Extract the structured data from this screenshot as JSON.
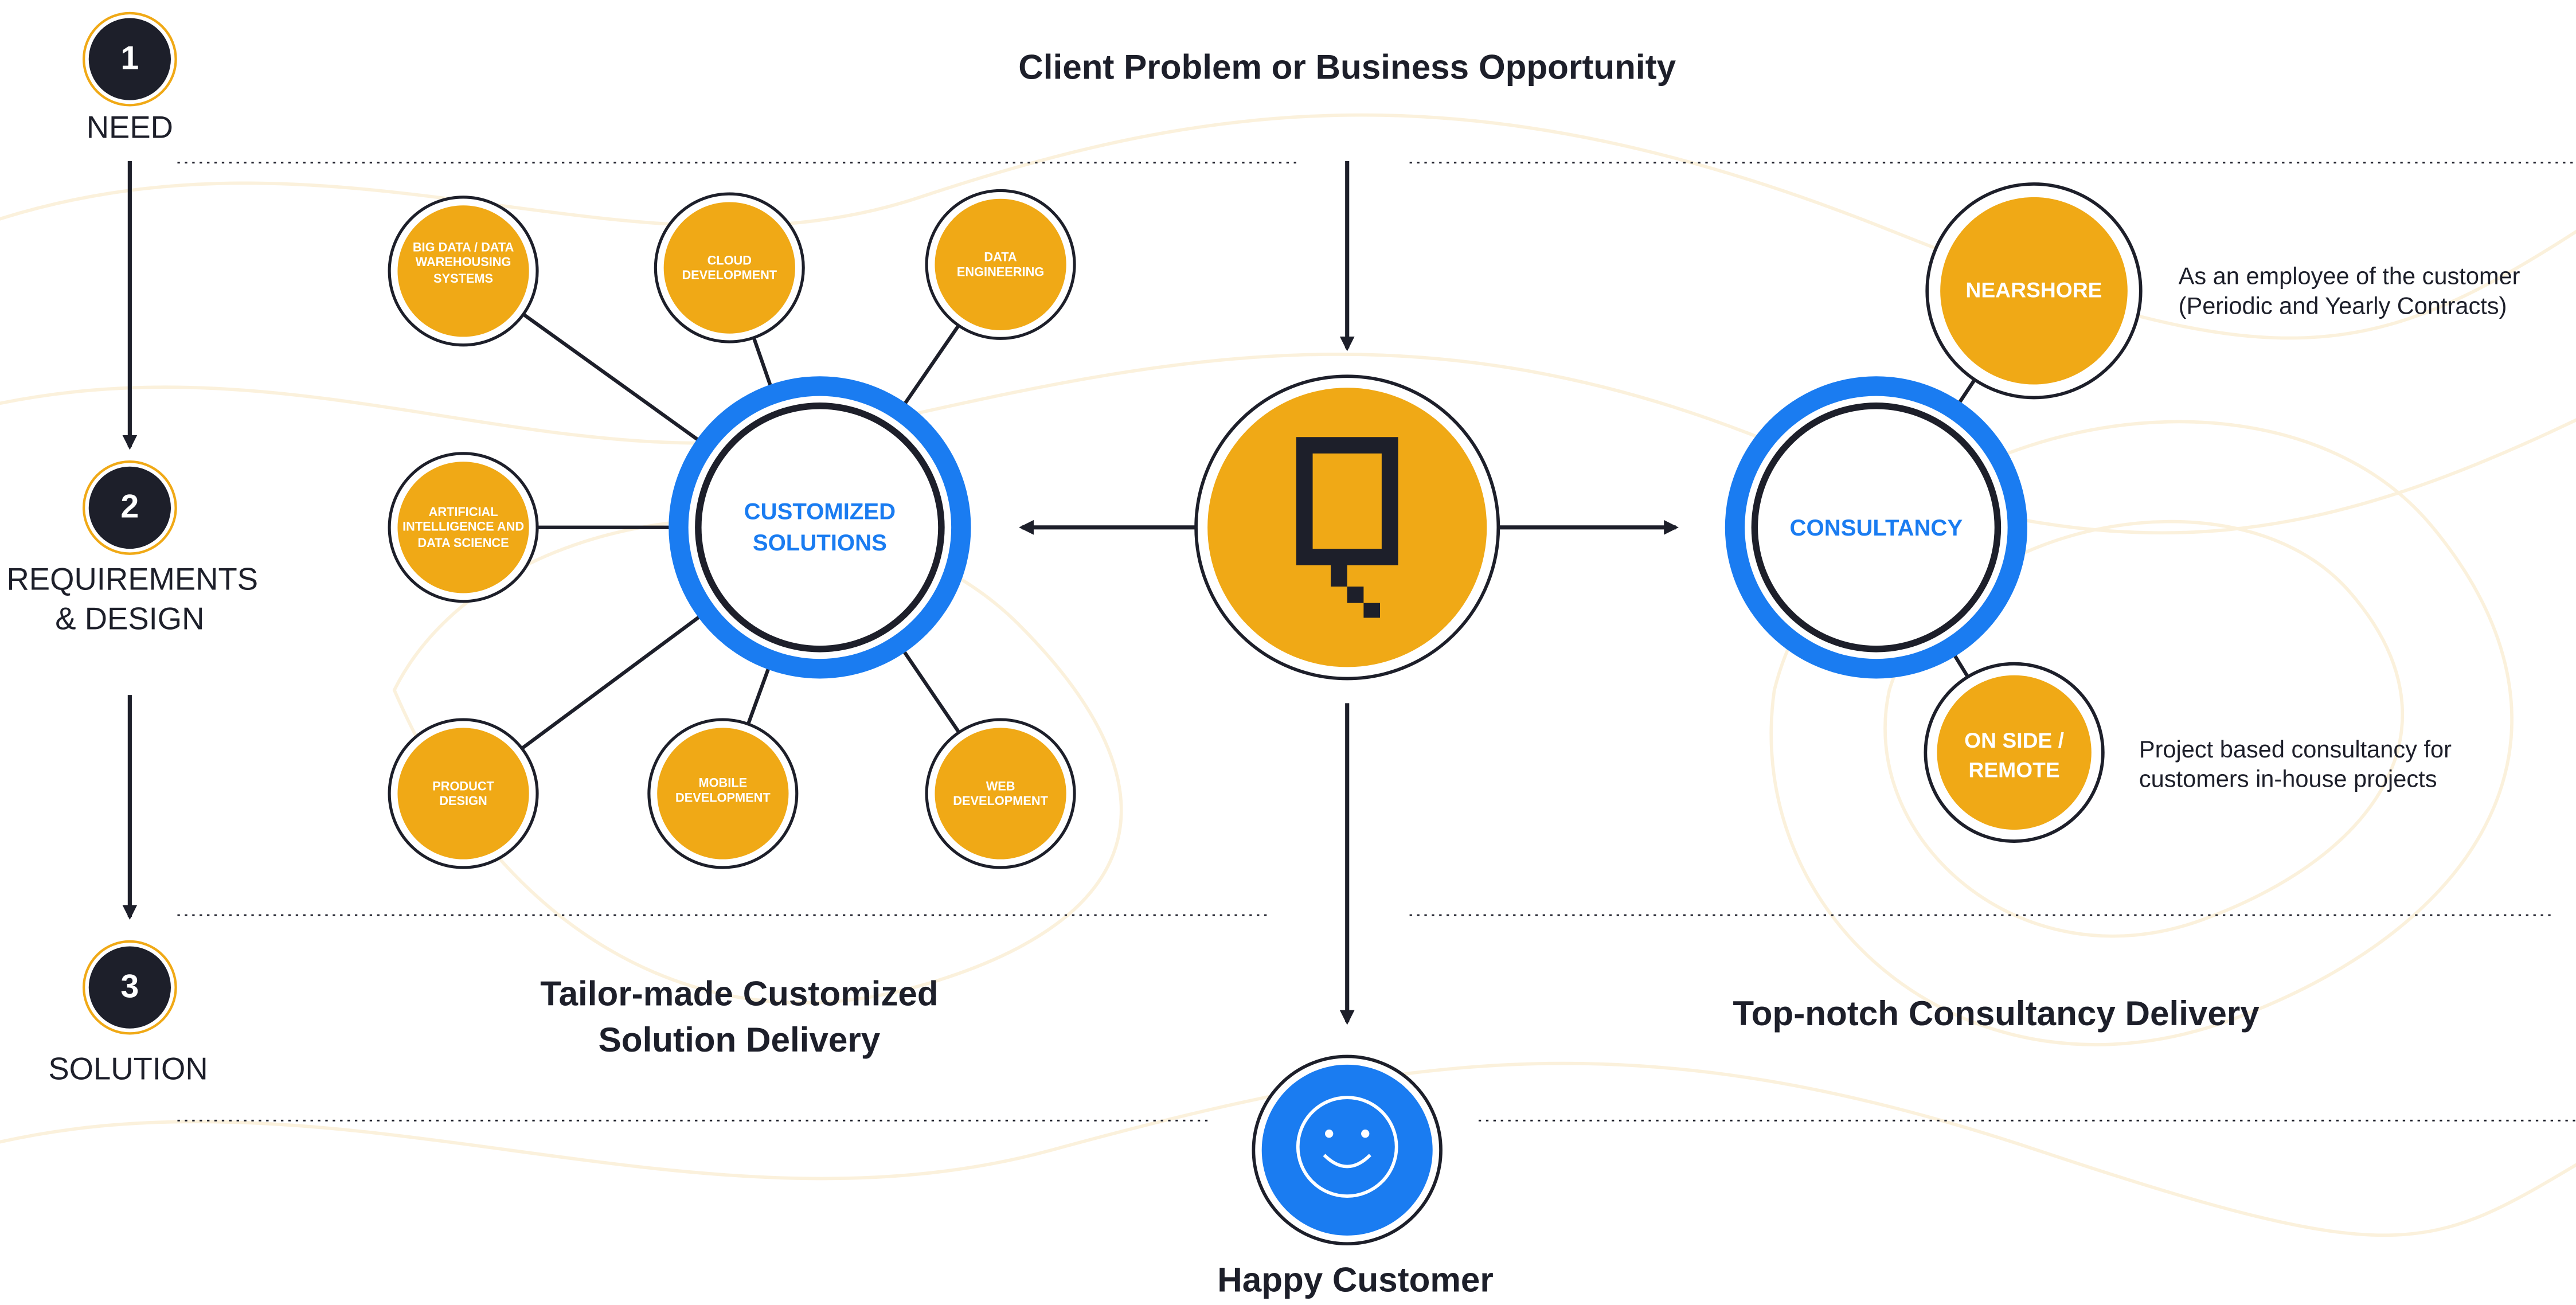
{
  "steps": [
    {
      "number": "1",
      "label": "NEED"
    },
    {
      "number": "2",
      "label": "REQUIREMENTS\n& DESIGN"
    },
    {
      "number": "3",
      "label": "SOLUTION"
    }
  ],
  "top_heading": "Client Problem or Business Opportunity",
  "customized": {
    "center_label": "CUSTOMIZED\nSOLUTIONS",
    "services": [
      "BIG DATA / DATA\nWAREHOUSING\nSYSTEMS",
      "CLOUD\nDEVELOPMENT",
      "DATA\nENGINEERING",
      "ARTIFICIAL\nINTELLIGENCE AND\nDATA SCIENCE",
      "PRODUCT\nDESIGN",
      "MOBILE\nDEVELOPMENT",
      "WEB\nDEVELOPMENT"
    ],
    "delivery_heading": "Tailor-made Customized\nSolution Delivery"
  },
  "consultancy": {
    "center_label": "CONSULTANCY",
    "nearshore_label": "NEARSHORE",
    "nearshore_desc": "As an employee of the customer\n(Periodic and Yearly Contracts)",
    "onside_label": "ON SIDE /\nREMOTE",
    "onside_desc": "Project based consultancy for\ncustomers in-house projects",
    "delivery_heading": "Top-notch Consultancy Delivery"
  },
  "outcome": "Happy Customer",
  "colors": {
    "accent_blue": "#1a7cf1",
    "node_gold": "#f0a916",
    "dark": "#1d1f2a",
    "background_contour": "#fbf1dc"
  },
  "icons": {
    "logo": "company-logo-icon",
    "customer": "smiley-face-icon"
  }
}
